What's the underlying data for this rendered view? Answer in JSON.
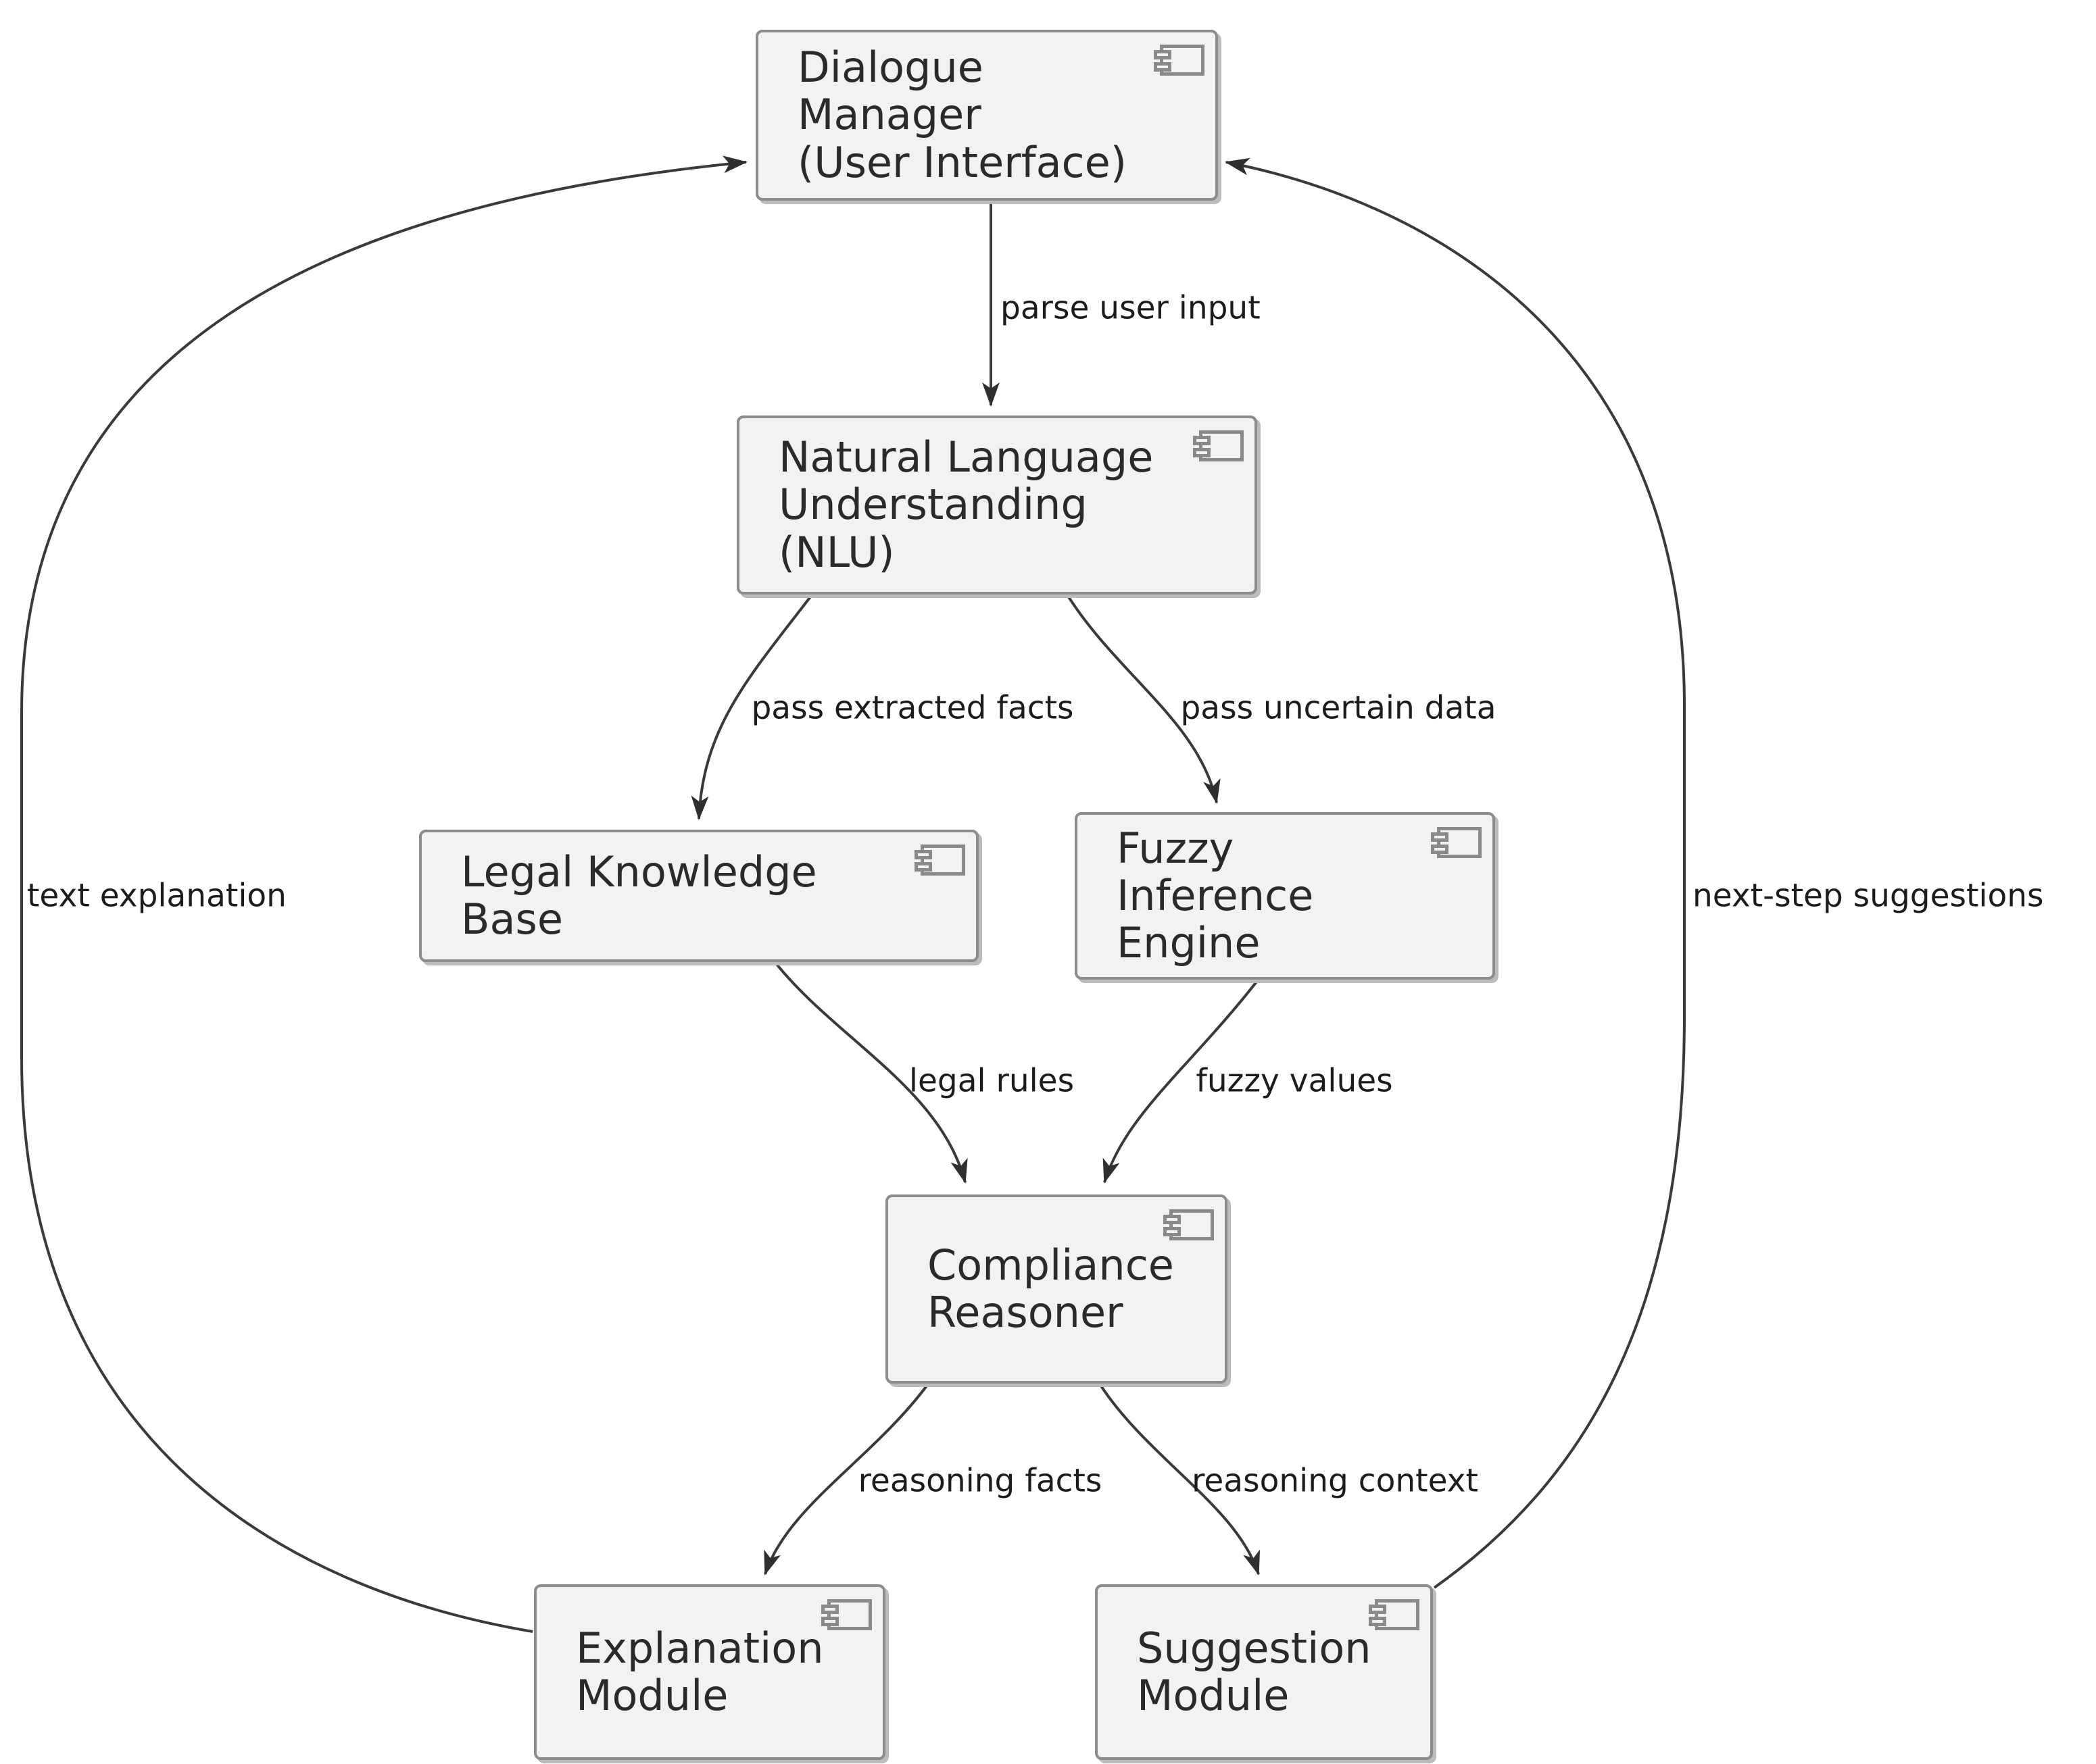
{
  "diagram": {
    "type": "uml-component-diagram",
    "node_icon": "component-icon",
    "colors": {
      "node_fill": "#f2f2f2",
      "node_border": "#8c8c8c",
      "edge_stroke": "#3a3a3a",
      "text": "#2a2a2a",
      "background": "#ffffff"
    },
    "nodes": [
      {
        "id": "dialogue-manager",
        "label": "Dialogue Manager\n(User Interface)"
      },
      {
        "id": "nlu",
        "label": "Natural Language\nUnderstanding (NLU)"
      },
      {
        "id": "legal-knowledge-base",
        "label": "Legal Knowledge Base"
      },
      {
        "id": "fuzzy-inference-engine",
        "label": "Fuzzy Inference\nEngine"
      },
      {
        "id": "compliance-reasoner",
        "label": "Compliance\nReasoner"
      },
      {
        "id": "explanation-module",
        "label": "Explanation\nModule"
      },
      {
        "id": "suggestion-module",
        "label": "Suggestion\nModule"
      }
    ],
    "edges": [
      {
        "from": "dialogue-manager",
        "to": "nlu",
        "label": "parse user input"
      },
      {
        "from": "nlu",
        "to": "legal-knowledge-base",
        "label": "pass extracted facts"
      },
      {
        "from": "nlu",
        "to": "fuzzy-inference-engine",
        "label": "pass uncertain data"
      },
      {
        "from": "legal-knowledge-base",
        "to": "compliance-reasoner",
        "label": "legal rules"
      },
      {
        "from": "fuzzy-inference-engine",
        "to": "compliance-reasoner",
        "label": "fuzzy values"
      },
      {
        "from": "compliance-reasoner",
        "to": "explanation-module",
        "label": "reasoning facts"
      },
      {
        "from": "compliance-reasoner",
        "to": "suggestion-module",
        "label": "reasoning context"
      },
      {
        "from": "explanation-module",
        "to": "dialogue-manager",
        "label": "text explanation"
      },
      {
        "from": "suggestion-module",
        "to": "dialogue-manager",
        "label": "next-step suggestions"
      }
    ]
  }
}
